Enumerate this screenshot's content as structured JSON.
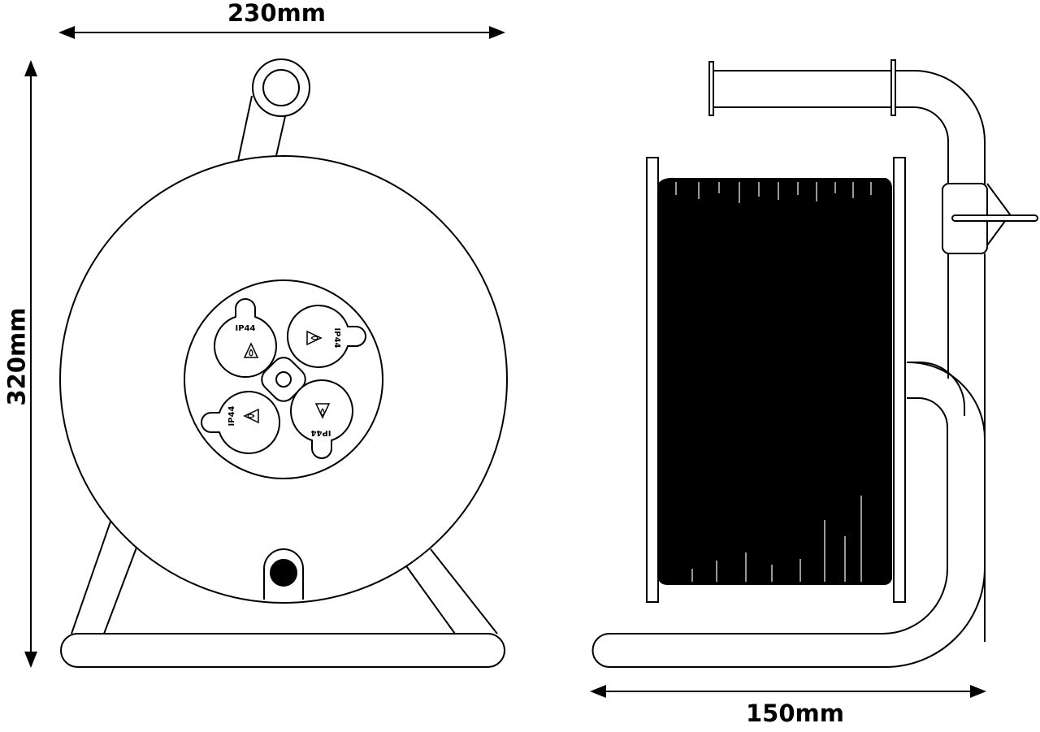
{
  "dimensions": {
    "width_label": "230mm",
    "height_label": "320mm",
    "depth_label": "150mm"
  },
  "sockets": {
    "rating_label": "IP44"
  },
  "colors": {
    "stroke": "#000000",
    "background": "#ffffff",
    "cable": "#000000"
  }
}
